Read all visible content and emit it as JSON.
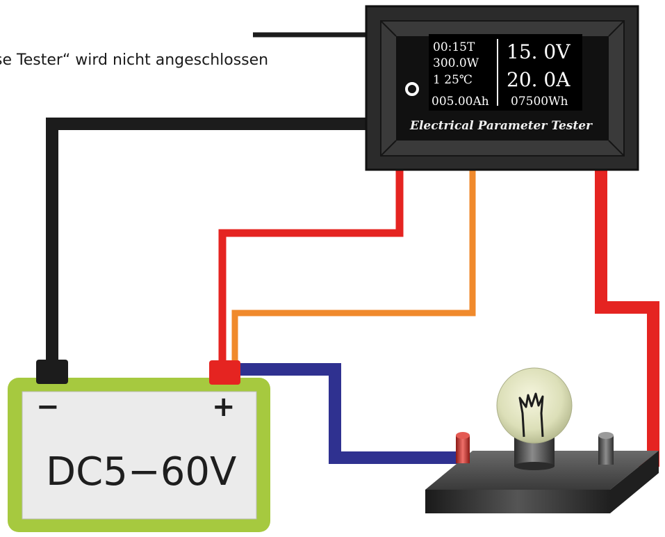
{
  "note": "se Tester“ wird nicht angeschlossen",
  "tester": {
    "line1": "00:15T",
    "line2": "300.0W",
    "line3": "1   25℃",
    "line4": "005.00Ah",
    "line5": "07500Wh",
    "voltage": "15. 0V",
    "current": "20. 0A",
    "brand": "Electrical Parameter Tester"
  },
  "battery": {
    "minus": "−",
    "plus": "+",
    "label": "DC5−60V"
  },
  "colors": {
    "wire_black": "#1c1c1c",
    "wire_red": "#e52421",
    "wire_orange": "#f08a2c",
    "wire_blue": "#2f3190",
    "battery_frame": "#a6c93f",
    "battery_face": "#ebebeb",
    "device_body": "#2b2b2b"
  }
}
